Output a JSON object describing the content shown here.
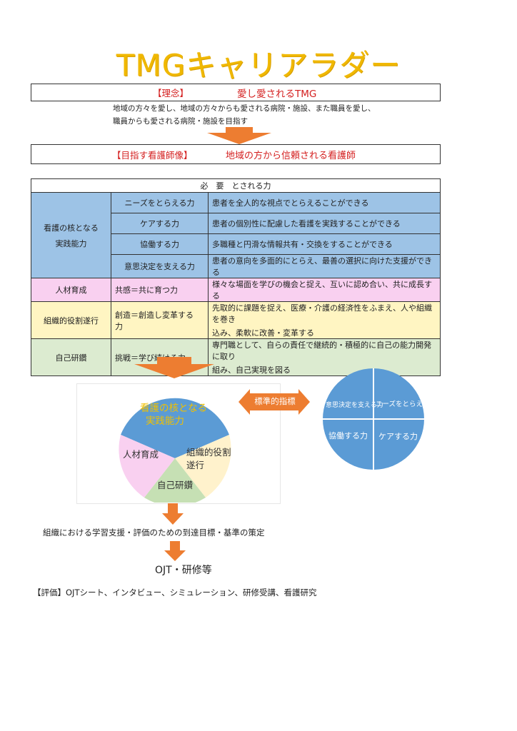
{
  "title": "TMGキャリアラダー",
  "philosophy": {
    "label": "【理念】",
    "text": "愛し愛されるTMG",
    "line1": "地域の方々を愛し、地域の方々からも愛される病院・施設、また職員を愛し、",
    "line2": "職員からも愛される病院・施設を目指す"
  },
  "ideal": {
    "label": "【目指す看護師像】",
    "text": "地域の方から信頼される看護師"
  },
  "table": {
    "header": "必　要　とされる力",
    "categories": {
      "core_line1": "看護の核となる",
      "core_line2": "実践能力",
      "hr": "人材育成",
      "org": "組織的役割遂行",
      "self": "自己研鑽"
    },
    "rows": {
      "r1": {
        "name": "ニーズをとらえる力",
        "desc": "患者を全人的な視点でとらえることができる"
      },
      "r2": {
        "name": "ケアする力",
        "desc": "患者の個別性に配慮した看護を実践することができる"
      },
      "r3": {
        "name": "協働する力",
        "desc": "多職種と円滑な情報共有・交換をすることができる"
      },
      "r4": {
        "name": "意思決定を支える力",
        "desc": "患者の意向を多面的にとらえ、最善の選択に向けた支援ができる"
      },
      "r5": {
        "name": "共感＝共に育つ力",
        "desc": "様々な場面を学びの機会と捉え、互いに認め合い、共に成長する"
      },
      "r6": {
        "name_line1": "創造＝創造し変革する",
        "name_line2": "力",
        "desc_line1": "先取的に課題を捉え、医療・介護の経済性をふまえ、人や組織を巻き",
        "desc_line2": "込み、柔軟に改善・変革する"
      },
      "r7": {
        "name": "挑戦＝学び続ける力",
        "desc_line1": "専門職として、自らの責任で継続的・積極的に自己の能力開発に取り",
        "desc_line2": "組み、自己実現を図る"
      }
    }
  },
  "pie": {
    "core_line1": "看護の核となる",
    "core_line2": "実践能力",
    "hr": "人材育成",
    "org_line1": "組織的役割",
    "org_line2": "遂行",
    "self": "自己研鑽"
  },
  "indicator": "標準的指標",
  "circle": {
    "q1": "意思決定を支える力",
    "q2": "ニーズをとらえる力",
    "q3": "協働する力",
    "q4": "ケアする力"
  },
  "flow": {
    "step1": "組織における学習支援・評価のための到達目標・基準の策定",
    "step2": "OJT・研修等"
  },
  "evaluation": "【評価】OJTシート、インタビュー、シミュレーション、研修受講、看護研究",
  "colors": {
    "title": "#f0b800",
    "arrow": "#ed7d31",
    "blue": "#9dc3e6",
    "circle_blue": "#5b9bd5",
    "pink": "#f9d0f0",
    "yellow": "#fff5c2",
    "green": "#dcebd0",
    "red_text": "#d42020"
  }
}
